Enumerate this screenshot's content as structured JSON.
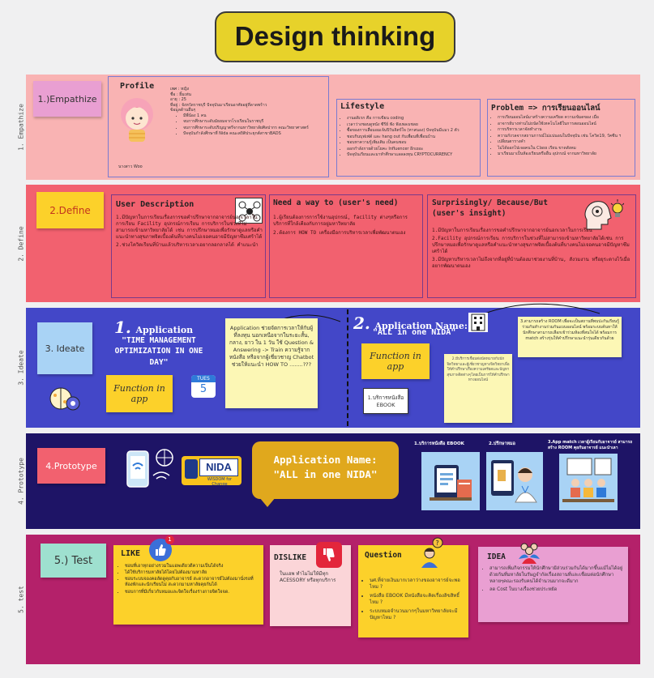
{
  "title": "Design thinking",
  "side": [
    "1. Empathize",
    "2. Define",
    "3. Ideate",
    "4. Prototype",
    "5. test"
  ],
  "empathize": {
    "sticky": "1.)Empathize",
    "profile": {
      "heading": "Profile",
      "caption": "นางสาว Woo",
      "fields": [
        "เพศ : หญิง",
        "ชื่อ : ยิ้มเท่น",
        "อายุ : 25",
        "ที่อยู่ : จังหวัดราชบุรี ปัจจุบันมาเรียนอาศัยอยู่ที่ลาดพร้าว",
        "ข้อมูลด้านอื่นๆ"
      ],
      "bullets": [
        "มีพี่น้อง 1 คน",
        "จบการศึกษาระดับมัธยมจากโรงเรียนในราชบุรี",
        "จบการศึกษาระดับปริญญาตรีจากมหาวิทยาลัยศิลปากร คณะวิทยาศาสตร์",
        "ปัจจุบันกำลังศึกษาที่ Nida คณะสถิติประยุกต์สาขาBADS"
      ]
    },
    "lifestyle": {
      "heading": "Lifestyle",
      "bullets": [
        "งานอดิเรก คือ การเขียน coding",
        "เวลาว่างชอบดูหนัง ซีรีย์ ฟัง ฟังเพลงเชลย",
        "ซื้อของการเสื่อมอมเจ้นปิวันจิตร์ใจ (หาสนอง) ปัจจุบันมีแมว 2 ตัว",
        "ชอบกินบุฟเฟต์ และ hang out กับเพื่อนที่เพื่อนบ้าน",
        "ชอบหาความรู้เพิ่มเติม เป็นคนชอบ",
        "ออกกำลังกายด้วยโยคะ Influencer อีกเยอะ",
        "ปัจจุบันเรียนและมาทำศึกษาแลลลงทุน CRYPTOCURRENCY"
      ]
    },
    "problem": {
      "heading": "Problem => การเรียนออนไลน์",
      "bullets": [
        "การเรียนออนไลน์มาสร้างความเครียด ความเข้มดของ เมื่อ",
        "อาจารย์บางท่านไม่ถนัดใช้เทคโนโลยีในการสอนออนไลน์",
        "การบริหารเวลาจัดทำงาน",
        "ความกังวลจากสถานการณ์ไม่แน่นอนในปัจจุบัน เช่น โควิด19, วัคซีน ฯ",
        "เปลี่ยนตารางคำ",
        "ไม่ได้ออกไปเจอคนใน Class เรียน ขาดสังคม",
        "มาเรียนมาเป็นห้องเรียนหรืออื่น อุปกรณ์ จากมหาวิทยาลัย"
      ]
    }
  },
  "define": {
    "sticky": "2.Define",
    "user": {
      "heading": "User Description",
      "items": [
        "1.มีปัญหาในการเรียนเรื่องการขอคำปรึกษาจากอาจารย์นอกเวลาในการเรียน Facility อุปกรณ์การเรียน การบริการในช่วงที่ไม่สามารถเข้ามหาวิทยาลัยได้ เช่น การปรึกษาหมอเพื่อรักษาดูแลหรือคำแนะนำทางสุขภาพจิตเบื้องต้นที่บางคนไม่เจอคนอาจมีปัญหาซึมเศร้าได้",
        "2.ช่วงโควิดเรียนที่บ้านแล้วบริหารเวลาเอยากลอกลาลได้ คำแนะนำ"
      ]
    },
    "need": {
      "heading": "Need a way to (user's need)",
      "items": [
        "1.ผู้เรียนต้องการการใช้งานอุปกรณ์, facility ต่างๆหรือการบริการที่ใกล้เคียงกับการอยู่มหาวิทยาลัย",
        "2.ต้องการ HOW TO เครื่องมือการบริหารเวลาเพื่อพัฒนาตนเอง"
      ]
    },
    "insight": {
      "heading": "Surprisingly/ Because/But (user's insight)",
      "items": [
        "1.มีปัญหาในการเรียนเรื่องการขอคำปรึกษาจากอาจารย์นอกเวลาในการเรียน",
        "2.Facility อุปกรณ์การเรียน การบริการในช่วงที่ไม่สามารถเข้ามหาวิทยาลัยได้เช่น การปรึกษาหมอเพื่อรักษาดูแลหรือคำแนะนำทางสุขภาพจิตเบื้องต้นที่บางคนไม่เจอคนอาจมีปัญหาซึมเศร้าได้",
        "3.มีปัญหาบริหารเวลาไม่ถึงจากที่อยู่ที่บ้านต้องมาช่วยงานที่บ้าน, สังวมงาน หรือยุระดางไว้เมื่ออยากพัฒนาตนเอง"
      ]
    }
  },
  "ideate": {
    "sticky": "3. Ideate",
    "app1": {
      "num": "1.",
      "label": "Application",
      "name": "\"TIME MANAGEMENT OPTIMIZATION IN ONE DAY\"",
      "func": "Function in app",
      "note": "Application ช่วยจัดการเวลาให้กับผู้ที่ลงทุน นอกเหนือจากในระยะสั้น, กลาง, ยาว ใน 1 วัน ใช้ Question & Answering -> Train ความรู้จากหนังสือ หรือจากผู้เชี่ยวชาญ Chatbot ช่วยให้แนะนำ HOW TO ........???",
      "cal": "TUES",
      "calnum": "5"
    },
    "app2": {
      "num": "2.",
      "label": "Application Name:",
      "name": "\"ALL in one NIDA\"",
      "func": "Function in app",
      "ebook": "1.บริการหนังสือ EBOOK",
      "note2": "2.มีบริการเชื่อมต่อนัดหมายกับนักจิตวิทยาและผู้เชี่ยวชาญทางจิตวิทยาเพื่อให้คำปรึกษาเรื่องความเครียดและปัญหาสุขภาพจิตต่างๆโดยเป็นการให้คำปรึกษาทางออนไลน์",
      "note3": "3.สามารถสร้าง ROOM เพื่อจะเป็นสถานที่พบปะกันเรียนรู้ร่วมกันทำงานร่วมกันแบบออนไลน์ พร้อมระบบค้นหาให้นักศึกษาสามารถเลือกเข้าร่วมห้องที่สนใจได้ พร้อมการ match สร้างรุ่นให้คำปรึกษาแนะนำรุ่นเดียวกันด้วย"
    }
  },
  "prototype": {
    "sticky": "4.Prototype",
    "nida": "NIDA",
    "nidasub": "WISDOM for Change",
    "appname": "Application Name:",
    "appname2": "\"ALL in one NIDA\"",
    "screens": [
      {
        "label": "1.บริการหนังสือ EBOOK"
      },
      {
        "label": "2.ปรึกษาหมอ"
      },
      {
        "label": "3.App match เวลาผู้เรียนกับอาจารย์ สามารถสร้าง ROOM คุยกันอาจารย์ แนะนำเลา"
      }
    ]
  },
  "test": {
    "sticky": "5.) Test",
    "like": {
      "heading": "LIKE",
      "badge": "1",
      "bullets": [
        "ชอบที่เอาทุกอย่างรวมในแอพเดียวดีความเป็นได้จริง",
        "ได้ใช้บริการมหาลัยได้โดยไม่ต้องมามหาลัย",
        "ชอบระบบจองคอลัดดูคุยกับอาจารย์ สะดวกอาจารย์ไม่ต้องมานั่งรอที่ห้องพักและนักเรียนไม่ สะดวกมามหาลัยคุยกันได้",
        "ชอบการที่มีเกี่ยวกับหมอและจิตใจเรื่องร่างกายจิตใจจด."
      ]
    },
    "dislike": {
      "heading": "DISLIKE",
      "text": "ในแอพ ทำไมไม่ให้มีทุก ACESSORY หรือทุกบริการ"
    },
    "question": {
      "heading": "Question",
      "bullets": [
        "นศ.ที่จ่ายเงินมากเวลาว่างของอาจารย์จะพอไหม ?",
        "หนังสือ EBOOK มีหนังสือจะคิดเรื่องลิขสิทธิ์ไหม ?",
        "ระบบหมอจำนวนมากๆในมหาวิทยาลัยจะมีปัญหาไหม ?"
      ]
    },
    "idea": {
      "heading": "IDEA",
      "bullets": [
        "สามารถเพิ่มกิจกรรมให้นักศึกษามีส่วนร่วมกันได้มากขึ้นแม้ไม่ได้อยู่ด้วยกันที่มหาลัยในรัษฎจำกัดเรื่องสถานที่และเชื่อมต่อนักศึกษาหลายๆคณะรองรับคนได้จำนวนมากจะดีมาก",
        "ลด Cost ในบางเรื่องช่วยประหยัด"
      ]
    }
  },
  "colors": {
    "band1": "#f9b3b3",
    "band2": "#f2616f",
    "band3": "#4347c8",
    "band4": "#1e1466",
    "band5": "#b4216a",
    "yellow": "#fbe27a",
    "gold": "#e7d22a"
  }
}
